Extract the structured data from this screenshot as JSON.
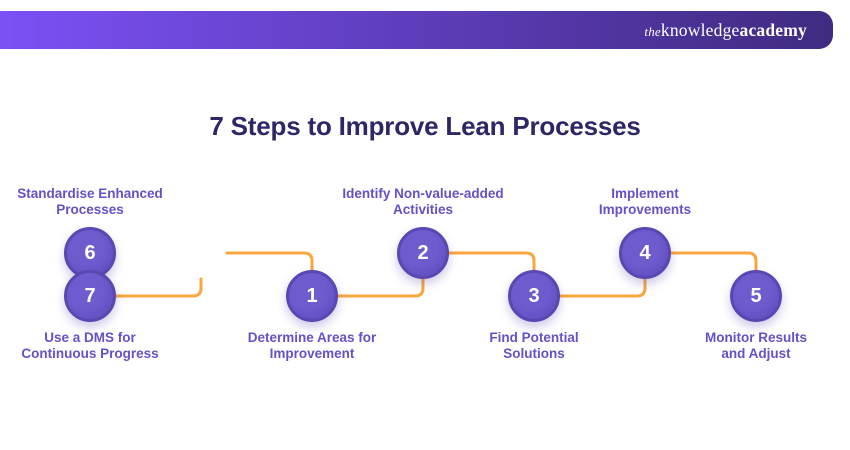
{
  "header": {
    "logo": {
      "the": "the",
      "knowledge": "knowledge",
      "academy": "academy"
    }
  },
  "title": "7 Steps to Improve Lean Processes",
  "steps": [
    {
      "number": "1",
      "label": "Determine Areas for Improvement",
      "lines": [
        "Determine Areas for",
        "Improvement"
      ],
      "label_position": "below"
    },
    {
      "number": "2",
      "label": "Identify Non-value-added Activities",
      "lines": [
        "Identify Non-value-added",
        "Activities"
      ],
      "label_position": "above"
    },
    {
      "number": "3",
      "label": "Find Potential Solutions",
      "lines": [
        "Find Potential",
        "Solutions"
      ],
      "label_position": "below"
    },
    {
      "number": "4",
      "label": "Implement Improvements",
      "lines": [
        "Implement",
        "Improvements"
      ],
      "label_position": "above"
    },
    {
      "number": "5",
      "label": "Monitor Results and Adjust",
      "lines": [
        "Monitor Results",
        "and Adjust"
      ],
      "label_position": "below"
    },
    {
      "number": "6",
      "label": "Standardise Enhanced Processes",
      "lines": [
        "Standardise Enhanced",
        "Processes"
      ],
      "label_position": "above"
    },
    {
      "number": "7",
      "label": "Use a DMS for Continuous Progress",
      "lines": [
        "Use a DMS for",
        "Continuous Progress"
      ],
      "label_position": "below"
    }
  ],
  "colors": {
    "header_gradient_start": "#7C50F5",
    "header_gradient_end": "#3F2B80",
    "title_text": "#2E2766",
    "step_label_text": "#6451C8",
    "circle_fill_light": "#6E5BCE",
    "circle_fill_dark": "#5C48B8",
    "circle_border": "#5947B2",
    "connector": "#F9A63D",
    "number_text": "#FFFFFF",
    "background": "#FFFFFF"
  }
}
